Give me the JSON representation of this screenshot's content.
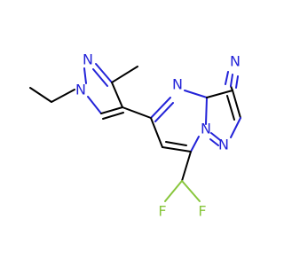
{
  "atoms": {
    "n_pyrazole_n2": "N",
    "n_pyrazole_n1": "N",
    "n_pyrimidine": "N",
    "n_bridge": "N",
    "n_pyrazole_ring": "N",
    "n_nitrile": "N",
    "f_left": "F",
    "f_right": "F"
  },
  "colors": {
    "nitrogen": "#2323d8",
    "fluorine": "#88c63c",
    "carbon": "#000000"
  }
}
